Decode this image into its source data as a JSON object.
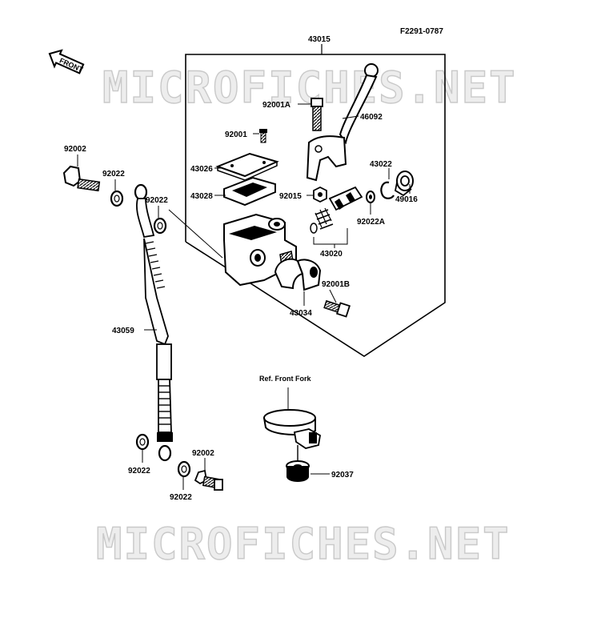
{
  "diagram_code": "F2291-0787",
  "front_label": "FRONT",
  "watermark": "MICROFICHES.NET",
  "ref_note": "Ref. Front Fork",
  "labels": {
    "p43015": "43015",
    "p92001A": "92001A",
    "p46092": "46092",
    "p92001": "92001",
    "p43026": "43026",
    "p43028": "43028",
    "p92015": "92015",
    "p43022": "43022",
    "p49016": "49016",
    "p92022A": "92022A",
    "p43020": "43020",
    "p92001B": "92001B",
    "p43034": "43034",
    "p92002a": "92002",
    "p92022a": "92022",
    "p92022b": "92022",
    "p43059": "43059",
    "p92022c": "92022",
    "p92002b": "92002",
    "p92022d": "92022",
    "p92037": "92037"
  }
}
